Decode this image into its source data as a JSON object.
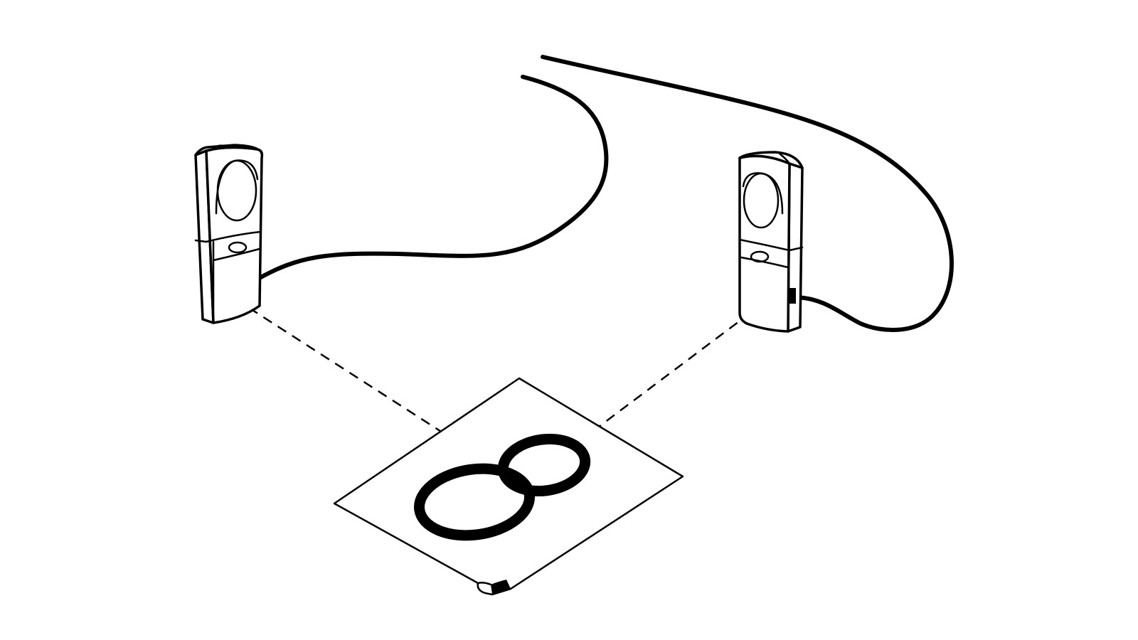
{
  "diagram": {
    "elements": [
      "left-speaker",
      "right-speaker",
      "left-speaker-cable",
      "right-speaker-cable",
      "left-guide-line",
      "right-guide-line",
      "placement-mat",
      "figure-eight-mark"
    ],
    "colors": {
      "line": "#000000",
      "background": "#ffffff"
    }
  }
}
